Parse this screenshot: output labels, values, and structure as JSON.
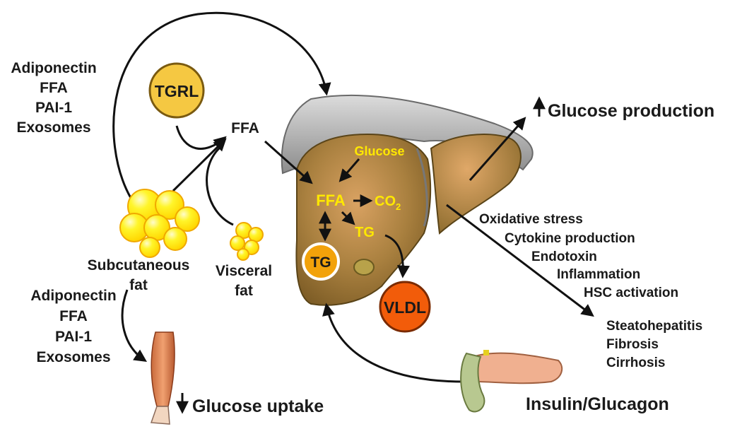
{
  "top_left_list": [
    "Adiponectin",
    "FFA",
    "PAI-1",
    "Exosomes"
  ],
  "bottom_left_list": [
    "Adiponectin",
    "FFA",
    "PAI-1",
    "Exosomes"
  ],
  "tgrl_label": "TGRL",
  "ffa_label": "FFA",
  "subcutaneous_fat_lines": [
    "Subcutaneous",
    "fat"
  ],
  "visceral_fat_lines": [
    "Visceral",
    "fat"
  ],
  "liver": {
    "glucose": "Glucose",
    "ffa": "FFA",
    "co2_main": "CO",
    "co2_sub": "2",
    "tg": "TG",
    "tg_circle": "TG"
  },
  "vldl_label": "VLDL",
  "glucose_production": "Glucose production",
  "stress_list": [
    "Oxidative stress",
    "Cytokine production",
    "Endotoxin",
    "Inflammation",
    "HSC activation"
  ],
  "outcomes": [
    "Steatohepatitis",
    "Fibrosis",
    "Cirrhosis"
  ],
  "glucose_uptake": "Glucose uptake",
  "insulin_glucagon": "Insulin/Glucagon",
  "colors": {
    "fat_yellow": "#ffee10",
    "fat_outline": "#f0a800",
    "tgrl_fill": "#f5c842",
    "liver_brown": "#a67c3a",
    "tg_orange": "#f2a20a",
    "vldl_orange": "#f25c0a",
    "text_yellow": "#ffe800"
  }
}
